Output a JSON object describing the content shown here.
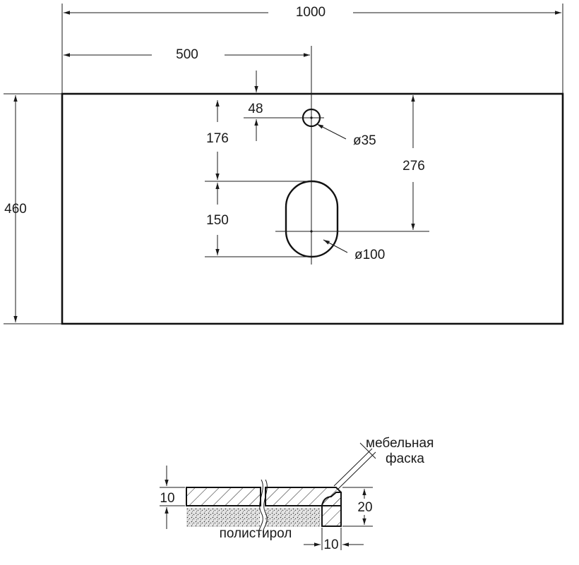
{
  "plan_view": {
    "overall_width": "1000",
    "center_offset": "500",
    "depth": "460",
    "tap_hole_offset": "48",
    "tap_hole_to_drain_top": "176",
    "tap_hole_diameter": "ø35",
    "front_to_drain_center": "276",
    "drain_slot_length": "150",
    "drain_slot_diameter": "ø100"
  },
  "section_view": {
    "top_thickness": "10",
    "front_edge_height": "20",
    "edge_thickness": "10",
    "core_material": "полистирол",
    "chamfer_label_line1": "мебельная",
    "chamfer_label_line2": "фаска"
  },
  "colors": {
    "line": "#1a1a1a",
    "background": "#ffffff",
    "foam_fill": "#d8d8d8"
  }
}
